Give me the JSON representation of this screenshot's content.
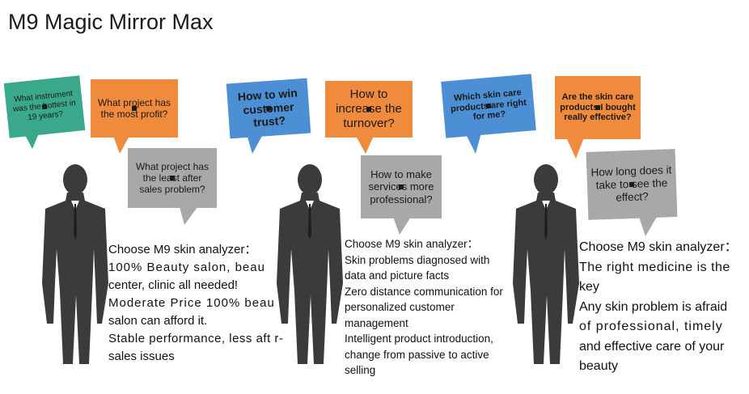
{
  "title": "M9 Magic Mirror Max",
  "bubbles": {
    "b1": "What instrument was the hottest in 19 years?",
    "b2": "What project has the most profit?",
    "b3": "What project has the least after sales problem?",
    "b4": "How to win customer trust?",
    "b5": "How to increase the turnover?",
    "b6": "How to make services more professional?",
    "b7": "Which skin care products are right for me?",
    "b8": "Are the skin care products I bought really effective?",
    "b9": "How long does it take to see the effect?"
  },
  "blocks": {
    "left": [
      "Choose M9 skin analyzer：",
      "100% Beauty salon, beau",
      "center, clinic all needed!",
      "Moderate Price  100% beau",
      "salon can afford it.",
      "Stable performance, less aft r-",
      "sales issues"
    ],
    "middle": [
      "Choose M9 skin analyzer：",
      "Skin problems diagnosed with",
      "data and picture facts",
      "Zero distance communication for",
      "personalized customer",
      "management",
      "Intelligent product introduction,",
      "change from passive to active",
      "selling"
    ],
    "right": [
      "Choose M9 skin analyzer：",
      "The right medicine is the",
      "key",
      "Any skin problem is afraid",
      "of professional, timely",
      "and effective care of your",
      "beauty"
    ]
  }
}
